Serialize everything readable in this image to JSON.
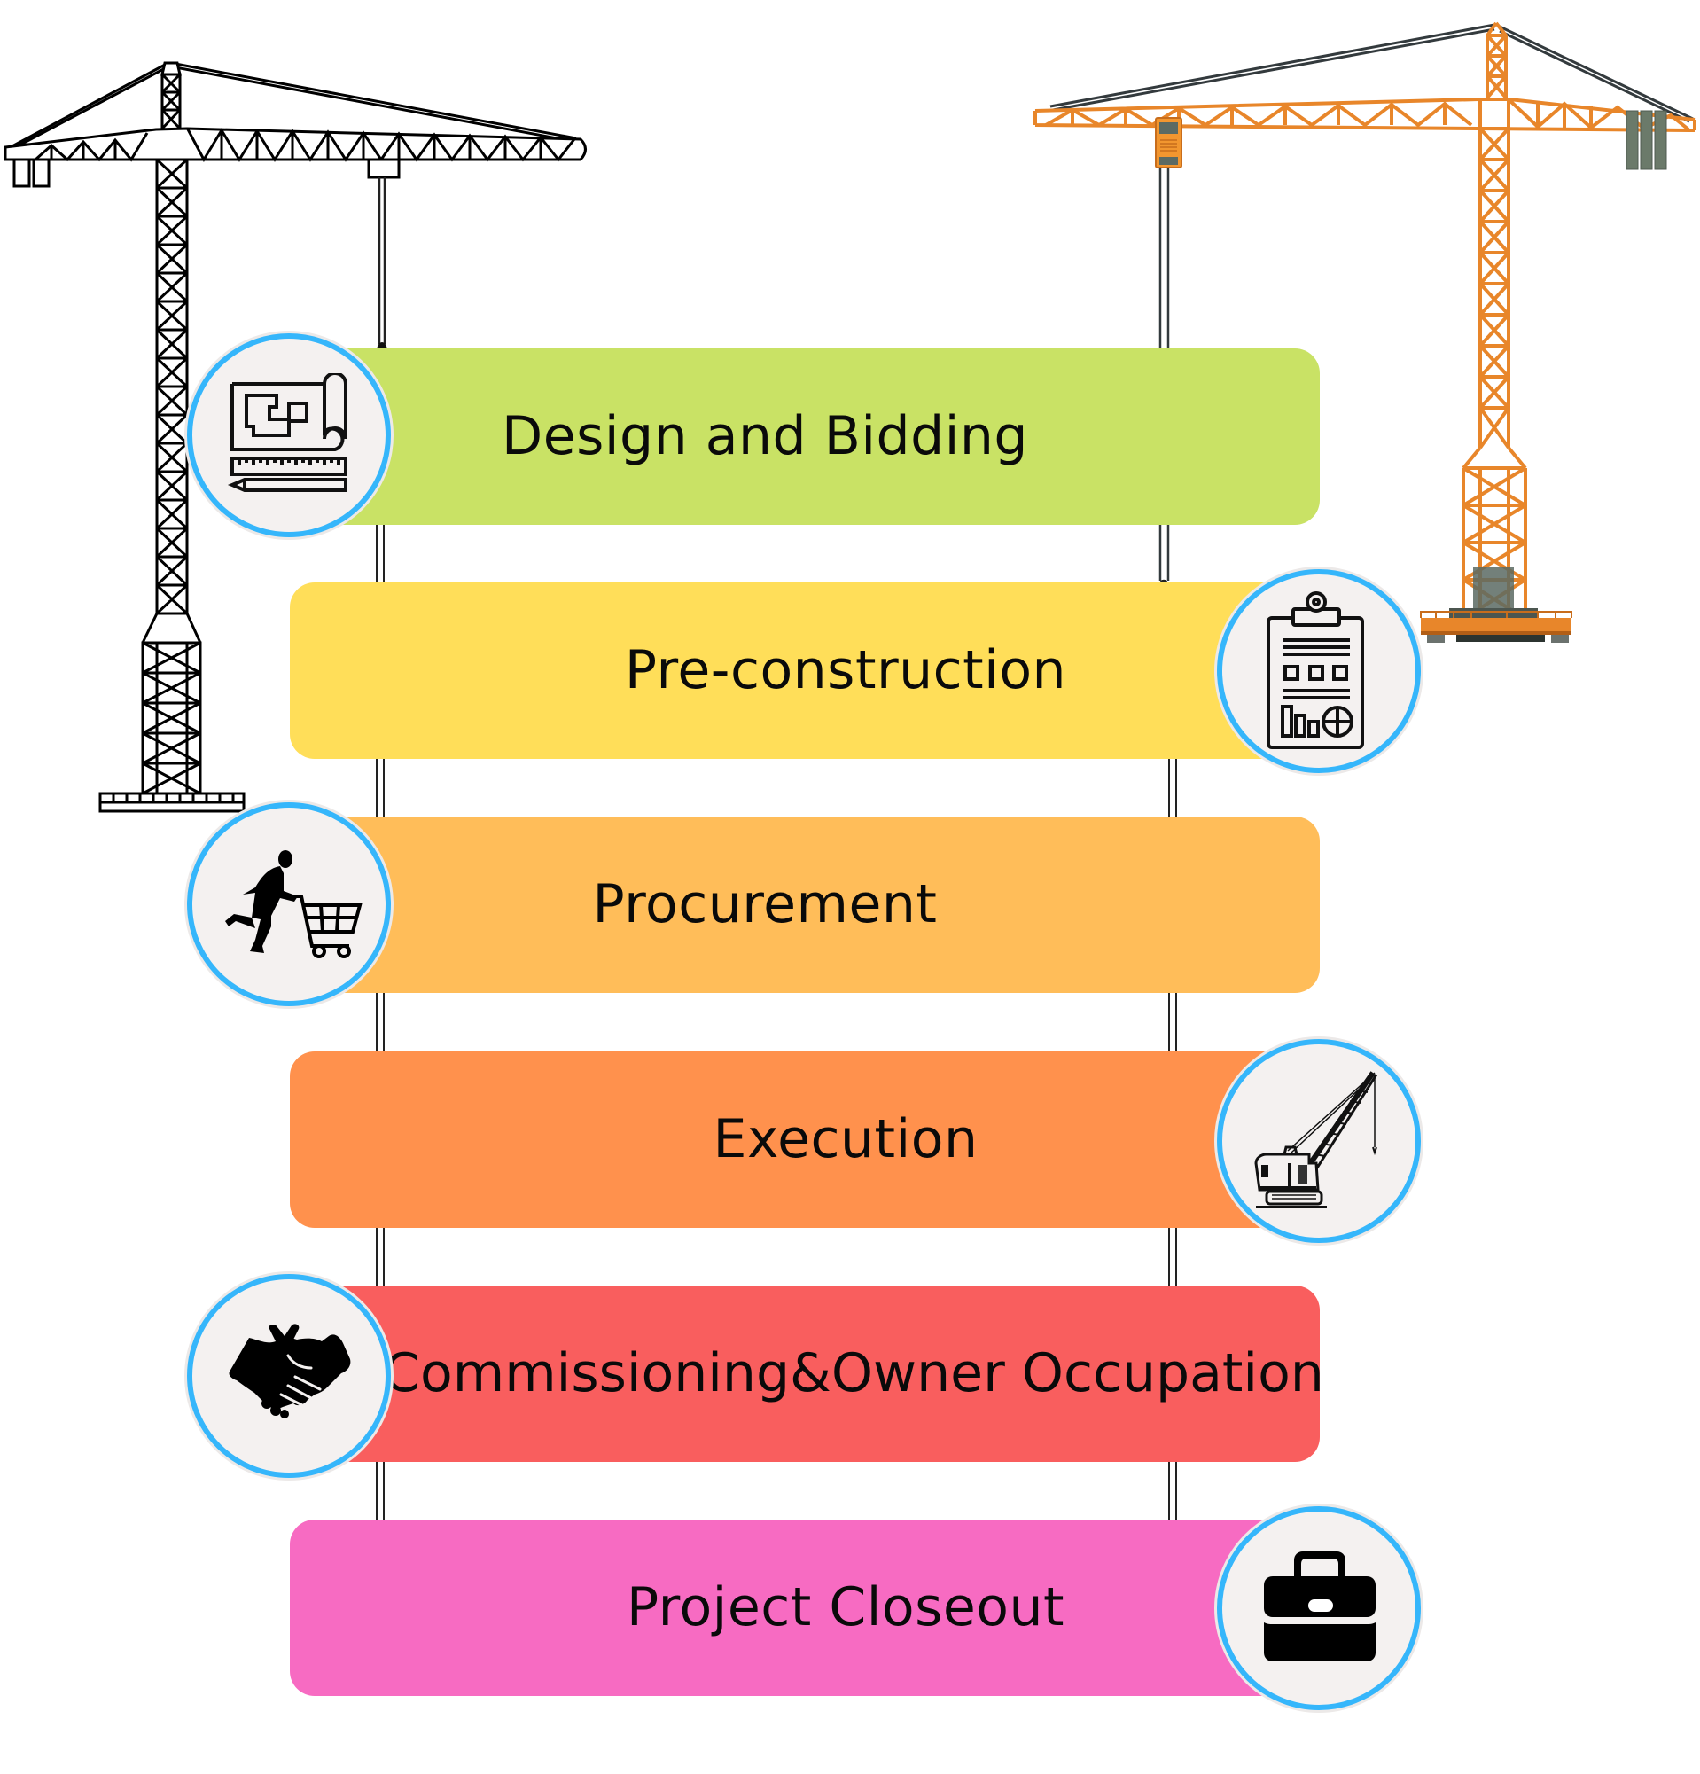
{
  "diagram": {
    "type": "construction-project-lifecycle",
    "stages": [
      {
        "label": "Design and Bidding",
        "color": "#c9e265",
        "icon": "blueprint-icon",
        "icon_side": "left"
      },
      {
        "label": "Pre-construction",
        "color": "#ffde59",
        "icon": "clipboard-report-icon",
        "icon_side": "right"
      },
      {
        "label": "Procurement",
        "color": "#ffbd59",
        "icon": "shopping-cart-runner-icon",
        "icon_side": "left"
      },
      {
        "label": "Execution",
        "color": "#ff914d",
        "icon": "crawler-crane-icon",
        "icon_side": "right"
      },
      {
        "label": "Commissioning&Owner Occupation",
        "color": "#f95e5e",
        "icon": "handshake-icon",
        "icon_side": "left"
      },
      {
        "label": "Project Closeout",
        "color": "#f76bc2",
        "icon": "briefcase-icon",
        "icon_side": "right"
      }
    ],
    "decorations": {
      "left_crane": "tower-crane-outline-icon",
      "right_crane": "tower-crane-orange-icon",
      "ring_color": "#35b6fb",
      "badge_fill": "#f4f1f0"
    }
  }
}
